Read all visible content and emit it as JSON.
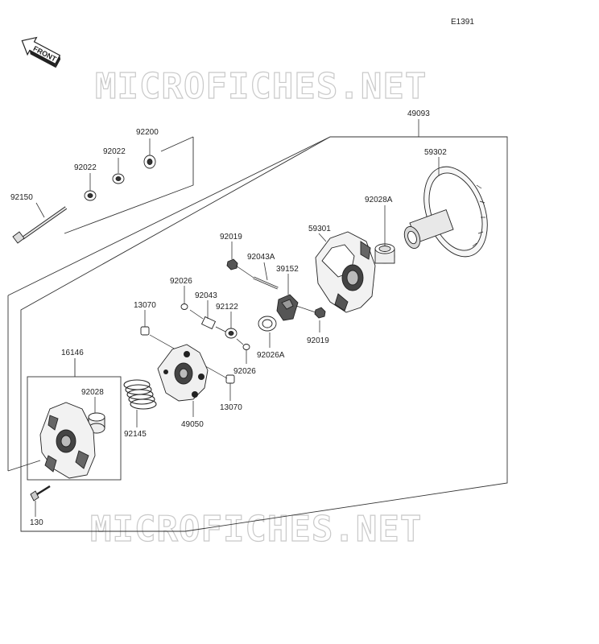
{
  "diagram_code": "E1391",
  "front_label": "FRONT",
  "watermark": "MICROFICHES.NET",
  "callouts": {
    "p49093": "49093",
    "p59302": "59302",
    "p92028A": "92028A",
    "p59301": "59301",
    "p92019_top": "92019",
    "p92043A": "92043A",
    "p39152": "39152",
    "p92019_bottom": "92019",
    "p92026A": "92026A",
    "p92200": "92200",
    "p92022_a": "92022",
    "p92022_b": "92022",
    "p92150": "92150",
    "p92026_top": "92026",
    "p92043": "92043",
    "p92122": "92122",
    "p13070_top": "13070",
    "p92026_bottom": "92026",
    "p13070_bottom": "13070",
    "p49050": "49050",
    "p16146": "16146",
    "p92028": "92028",
    "p92145": "92145",
    "p130": "130"
  }
}
